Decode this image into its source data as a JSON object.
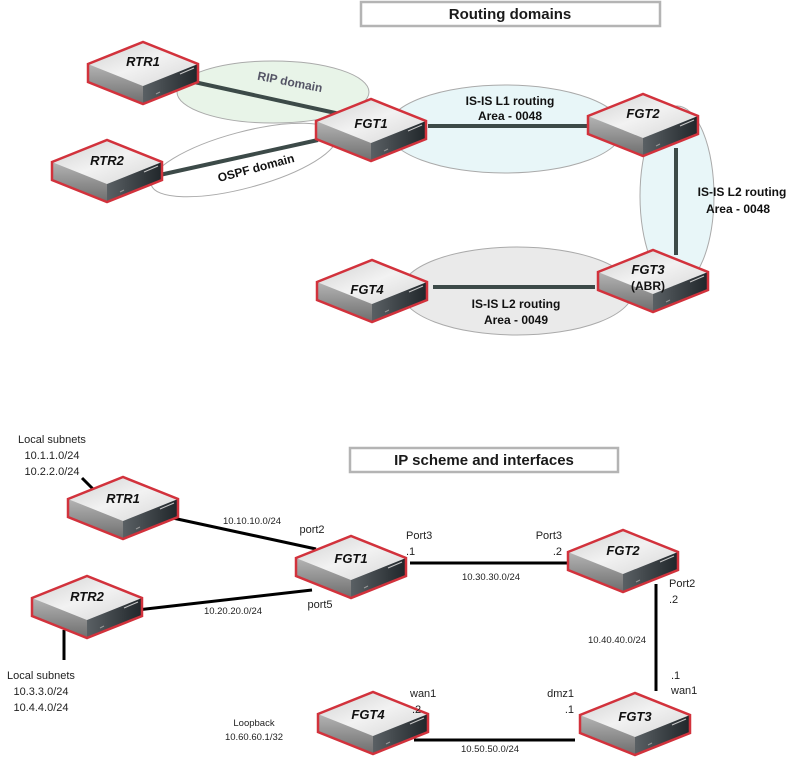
{
  "colors": {
    "device_border": "#d2323c",
    "device_top": "#dcdcdc",
    "device_front": "#8a8a8a",
    "device_panel": "#2c3236",
    "link_top": "#3c4a48",
    "link_bottom": "#000000",
    "rip_fill": "#e8f4e8",
    "isis_l1_fill": "#e2f4f6",
    "isis_l2_fill": "#e2f4f6",
    "isis_l2b_fill": "#e6e6e6",
    "ospf_fill": "#ffffff",
    "title_border": "#b4b4b4"
  },
  "routing": {
    "title": "Routing domains",
    "devices": {
      "rtr1": "RTR1",
      "rtr2": "RTR2",
      "fgt1": "FGT1",
      "fgt2": "FGT2",
      "fgt3": "FGT3",
      "fgt3_role": "(ABR)",
      "fgt4": "FGT4"
    },
    "domains": {
      "rip": "RIP domain",
      "ospf": "OSPF domain",
      "isis_l1_line1": "IS-IS L1  routing",
      "isis_l1_line2": "Area - 0048",
      "isis_l2a_line1": "IS-IS L2 routing",
      "isis_l2a_line2": "Area - 0048",
      "isis_l2b_line1": "IS-IS L2 routing",
      "isis_l2b_line2": "Area - 0049"
    }
  },
  "ip": {
    "title": "IP scheme and interfaces",
    "devices": {
      "rtr1": "RTR1",
      "rtr2": "RTR2",
      "fgt1": "FGT1",
      "fgt2": "FGT2",
      "fgt3": "FGT3",
      "fgt4": "FGT4"
    },
    "rtr1_subnets": {
      "heading": "Local subnets",
      "s1": "10.1.1.0/24",
      "s2": "10.2.2.0/24"
    },
    "rtr2_subnets": {
      "heading": "Local subnets",
      "s1": "10.3.3.0/24",
      "s2": "10.4.4.0/24"
    },
    "links": {
      "rtr1_fgt1": {
        "subnet": "10.10.10.0/24",
        "fgt1_port": "port2"
      },
      "rtr2_fgt1": {
        "subnet": "10.20.20.0/24",
        "fgt1_port": "port5"
      },
      "fgt1_fgt2": {
        "subnet": "10.30.30.0/24",
        "fgt1_port": "Port3",
        "fgt1_ip": ".1",
        "fgt2_port": "Port3",
        "fgt2_ip": ".2"
      },
      "fgt2_fgt3": {
        "subnet": "10.40.40.0/24",
        "fgt2_port": "Port2",
        "fgt2_ip": ".2",
        "fgt3_port": "wan1",
        "fgt3_ip": ".1"
      },
      "fgt4_fgt3": {
        "subnet": "10.50.50.0/24",
        "fgt4_port": "wan1",
        "fgt4_ip": ".2",
        "fgt3_port": "dmz1",
        "fgt3_ip": ".1"
      }
    },
    "loopback": {
      "label": "Loopback",
      "address": "10.60.60.1/32"
    }
  }
}
